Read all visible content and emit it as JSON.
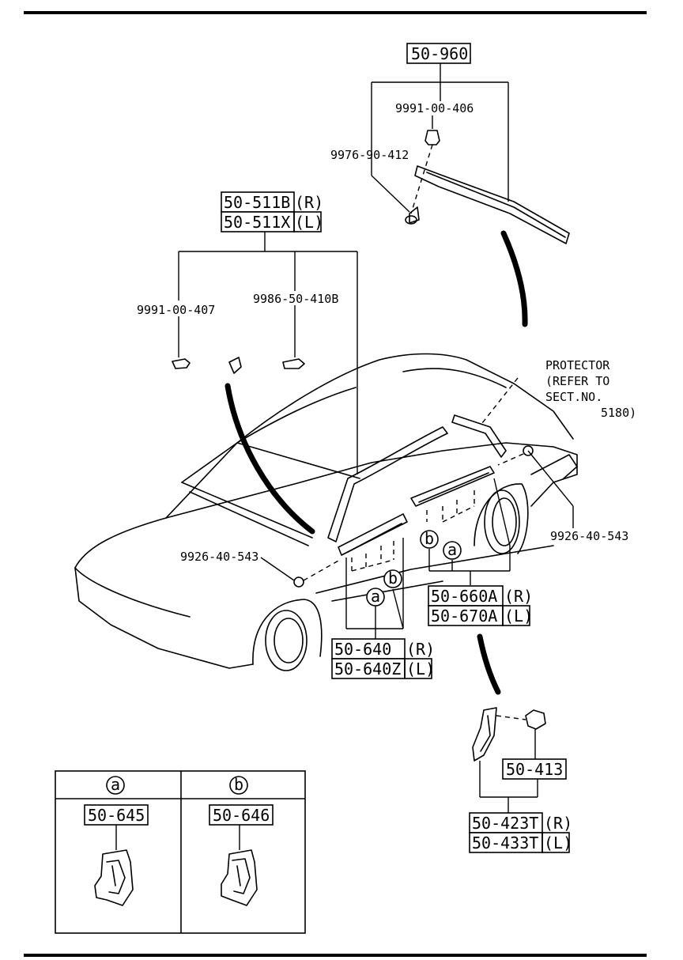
{
  "callouts": {
    "p50_960": "50-960",
    "p9991_00_406": "9991-00-406",
    "p9976_90_412": "9976-90-412",
    "p50_511B": "50-511B",
    "p50_511X": "50-511X",
    "r1": "(R)",
    "l1": "(L)",
    "p9991_00_407": "9991-00-407",
    "p9986_50_410B": "9986-50-410B",
    "protector": [
      "PROTECTOR",
      "(REFER TO",
      "SECT.NO.",
      "5180)"
    ],
    "p9926_40_543_right": "9926-40-543",
    "p9926_40_543_left": "9926-40-543",
    "p50_660A": "50-660A",
    "p50_670A": "50-670A",
    "r2": "(R)",
    "l2": "(L)",
    "p50_640": "50-640",
    "p50_640Z": "50-640Z",
    "r3": "(R)",
    "l3": "(L)",
    "p50_413": "50-413",
    "p50_423T": "50-423T",
    "p50_433T": "50-433T",
    "r4": "(R)",
    "l4": "(L)",
    "marker_a": "a",
    "marker_b": "b"
  },
  "legend": {
    "col_a_marker": "a",
    "col_b_marker": "b",
    "col_a_part": "50-645",
    "col_b_part": "50-646"
  }
}
